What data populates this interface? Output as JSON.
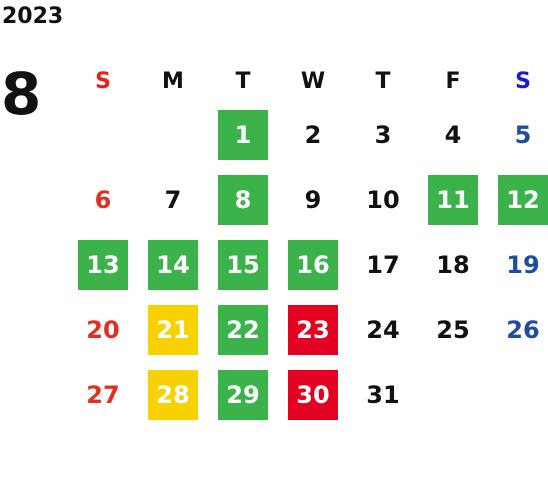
{
  "year": "2023",
  "month": "8",
  "weekdays": [
    "S",
    "M",
    "T",
    "W",
    "T",
    "F",
    "S"
  ],
  "colors": {
    "green": "#3bb34a",
    "yellow": "#f8d200",
    "red": "#e30020",
    "sunday": "#e03024",
    "saturday": "#1f4ea0"
  },
  "leading_blanks": 2,
  "days": [
    {
      "d": "1",
      "mark": "green"
    },
    {
      "d": "2",
      "mark": ""
    },
    {
      "d": "3",
      "mark": ""
    },
    {
      "d": "4",
      "mark": ""
    },
    {
      "d": "5",
      "mark": ""
    },
    {
      "d": "6",
      "mark": ""
    },
    {
      "d": "7",
      "mark": ""
    },
    {
      "d": "8",
      "mark": "green"
    },
    {
      "d": "9",
      "mark": ""
    },
    {
      "d": "10",
      "mark": ""
    },
    {
      "d": "11",
      "mark": "green"
    },
    {
      "d": "12",
      "mark": "green"
    },
    {
      "d": "13",
      "mark": "green"
    },
    {
      "d": "14",
      "mark": "green"
    },
    {
      "d": "15",
      "mark": "green"
    },
    {
      "d": "16",
      "mark": "green"
    },
    {
      "d": "17",
      "mark": ""
    },
    {
      "d": "18",
      "mark": ""
    },
    {
      "d": "19",
      "mark": ""
    },
    {
      "d": "20",
      "mark": ""
    },
    {
      "d": "21",
      "mark": "yellow"
    },
    {
      "d": "22",
      "mark": "green"
    },
    {
      "d": "23",
      "mark": "red"
    },
    {
      "d": "24",
      "mark": ""
    },
    {
      "d": "25",
      "mark": ""
    },
    {
      "d": "26",
      "mark": ""
    },
    {
      "d": "27",
      "mark": ""
    },
    {
      "d": "28",
      "mark": "yellow"
    },
    {
      "d": "29",
      "mark": "green"
    },
    {
      "d": "30",
      "mark": "red"
    },
    {
      "d": "31",
      "mark": ""
    }
  ]
}
